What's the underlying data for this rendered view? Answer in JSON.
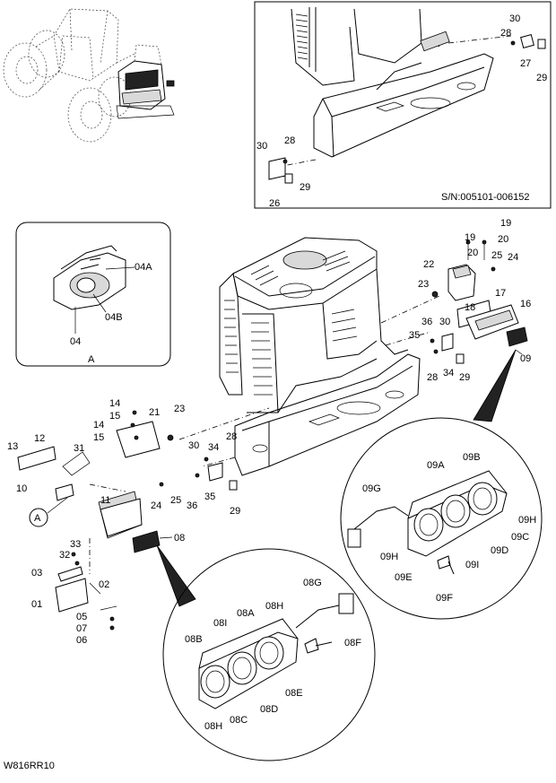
{
  "drawing": {
    "serial_range": "S/N:005101-006152",
    "drawing_code": "W816RR10",
    "detail_callout": "A",
    "detail_view_label": "A"
  },
  "callouts": {
    "inset": {
      "p30a": "30",
      "p28a": "28",
      "p27": "27",
      "p29a": "29",
      "p30b": "30",
      "p28b": "28",
      "p29b": "29",
      "p26": "26"
    },
    "detail_a": {
      "p04A": "04A",
      "p04B": "04B",
      "p04": "04"
    },
    "main": {
      "p19a": "19",
      "p19b": "19",
      "p20a": "20",
      "p20b": "20",
      "p22": "22",
      "p25a": "25",
      "p24a": "24",
      "p23a": "23",
      "p17": "17",
      "p18": "18",
      "p16": "16",
      "p36a": "36",
      "p30c": "30",
      "p35a": "35",
      "p28c": "28",
      "p34a": "34",
      "p29c": "29",
      "p09": "09",
      "p14a": "14",
      "p15a": "15",
      "p14b": "14",
      "p15b": "15",
      "p21": "21",
      "p23b": "23",
      "p13": "13",
      "p12": "12",
      "p31": "31",
      "p10": "10",
      "p11": "11",
      "p30d": "30",
      "p34b": "34",
      "p28d": "28",
      "p24b": "24",
      "p25b": "25",
      "p36b": "36",
      "p35b": "35",
      "p29d": "29",
      "p08": "08",
      "p32": "32",
      "p33": "33",
      "p03": "03",
      "p02": "02",
      "p01": "01",
      "p05": "05",
      "p07": "07",
      "p06": "06"
    },
    "detail_09": {
      "p09A": "09A",
      "p09B": "09B",
      "p09G": "09G",
      "p09H1": "09H",
      "p09C": "09C",
      "p09D": "09D",
      "p09I": "09I",
      "p09H2": "09H",
      "p09E": "09E",
      "p09F": "09F"
    },
    "detail_08": {
      "p08G": "08G",
      "p08A": "08A",
      "p08H1": "08H",
      "p08I": "08I",
      "p08B": "08B",
      "p08F": "08F",
      "p08E": "08E",
      "p08D": "08D",
      "p08C": "08C",
      "p08H2": "08H"
    }
  }
}
